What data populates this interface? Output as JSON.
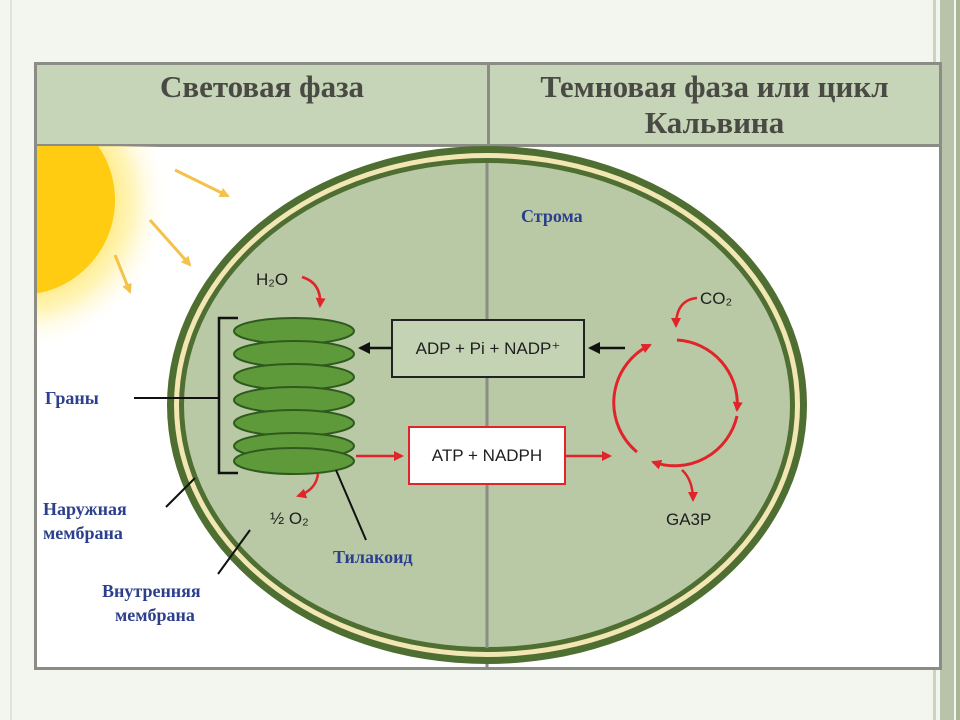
{
  "header": {
    "light_phase": "Световая фаза",
    "dark_phase": "Темновая фаза или цикл Кальвина"
  },
  "labels": {
    "stroma": "Строма",
    "grana": "Граны",
    "outer_membrane_1": "Наружная",
    "outer_membrane_2": "мембрана",
    "inner_membrane_1": "Внутренняя",
    "inner_membrane_2": "мембрана",
    "thylakoid": "Тилакоид"
  },
  "chemicals": {
    "water": "H₂O",
    "oxygen": "½ O₂",
    "adp_box": "ADP + Pi + NADP⁺",
    "atp_box": "ATP + NADPH",
    "co2": "CO₂",
    "ga3p": "GA3P"
  },
  "colors": {
    "header_bg": "#c6d4b8",
    "stroma_fill": "#b9c9a6",
    "membrane_outer": "#4e6e32",
    "membrane_ring": "#f1e6b4",
    "thylakoid": "#5f9a3a",
    "arrow_red": "#e0242a",
    "label_blue": "#2b3f8c"
  },
  "icons": {
    "sun": "sun-icon"
  }
}
